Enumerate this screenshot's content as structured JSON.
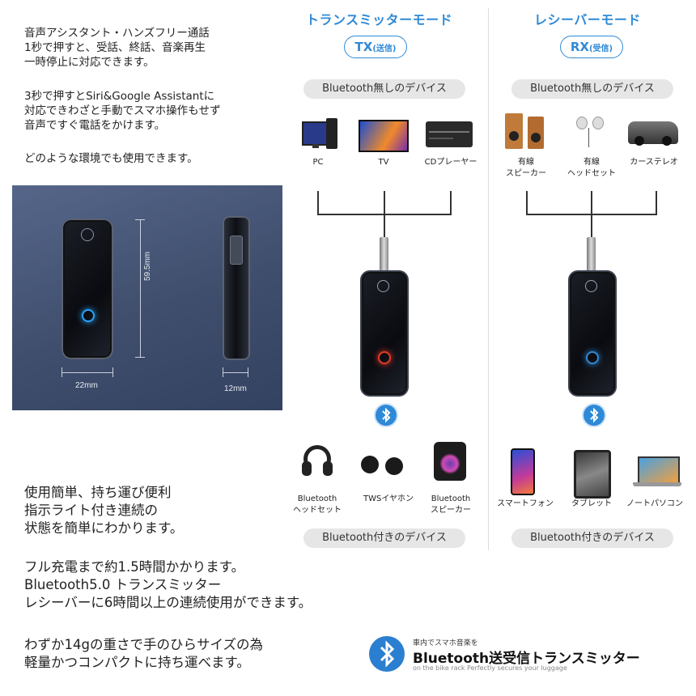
{
  "left_text": {
    "para1": "音声アシスタント・ハンズフリー通話\n1秒で押すと、受話、終話、音楽再生\n一時停止に対応できます。",
    "para2": "3秒で押すとSiri&Google Assistantに\n対応できわざと手動でスマホ操作もせず\n音声ですぐ電話をかけます。",
    "para3": "どのような環境でも使用できます。",
    "para4": "使用簡単、持ち運び便利\n指示ライト付き連続の\n状態を簡単にわかります。",
    "para5": "フル充電まで約1.5時間かかります。\nBluetooth5.0 トランスミッター\nレシーバーに6時間以上の連続使用ができます。",
    "para6": "わずか14gの重さで手のひらサイズの為\n軽量かつコンパクトに持ち運べます。"
  },
  "dimensions": {
    "height": "59.5mm",
    "width": "22mm",
    "depth": "12mm"
  },
  "tx": {
    "title": "トランスミッターモード",
    "mode": "TX",
    "mode_sub": "(送信)",
    "top_pill": "Bluetooth無しのデバイス",
    "top_devices": [
      "PC",
      "TV",
      "CDプレーヤー"
    ],
    "bottom_devices": [
      "Bluetooth\nヘッドセット",
      "TWSイヤホン",
      "Bluetooth\nスピーカー"
    ],
    "bottom_pill": "Bluetooth付きのデバイス",
    "led_color": "#e63a2a"
  },
  "rx": {
    "title": "レシーバーモード",
    "mode": "RX",
    "mode_sub": "(受信)",
    "top_pill": "Bluetooth無しのデバイス",
    "top_devices": [
      "有線\nスピーカー",
      "有線\nヘッドセット",
      "カーステレオ"
    ],
    "bottom_devices": [
      "スマートフォン",
      "タブレット",
      "ノートパソコン"
    ],
    "bottom_pill": "Bluetooth付きのデバイス",
    "led_color": "#2f8ad6"
  },
  "footer": {
    "small_top": "車内でスマホ音楽を",
    "headline": "Bluetooth送受信トランスミッター",
    "tagline": "on the bike rack Perfectly secures your luggage"
  },
  "colors": {
    "accent": "#2f8ad6",
    "panel": "#46557a"
  }
}
